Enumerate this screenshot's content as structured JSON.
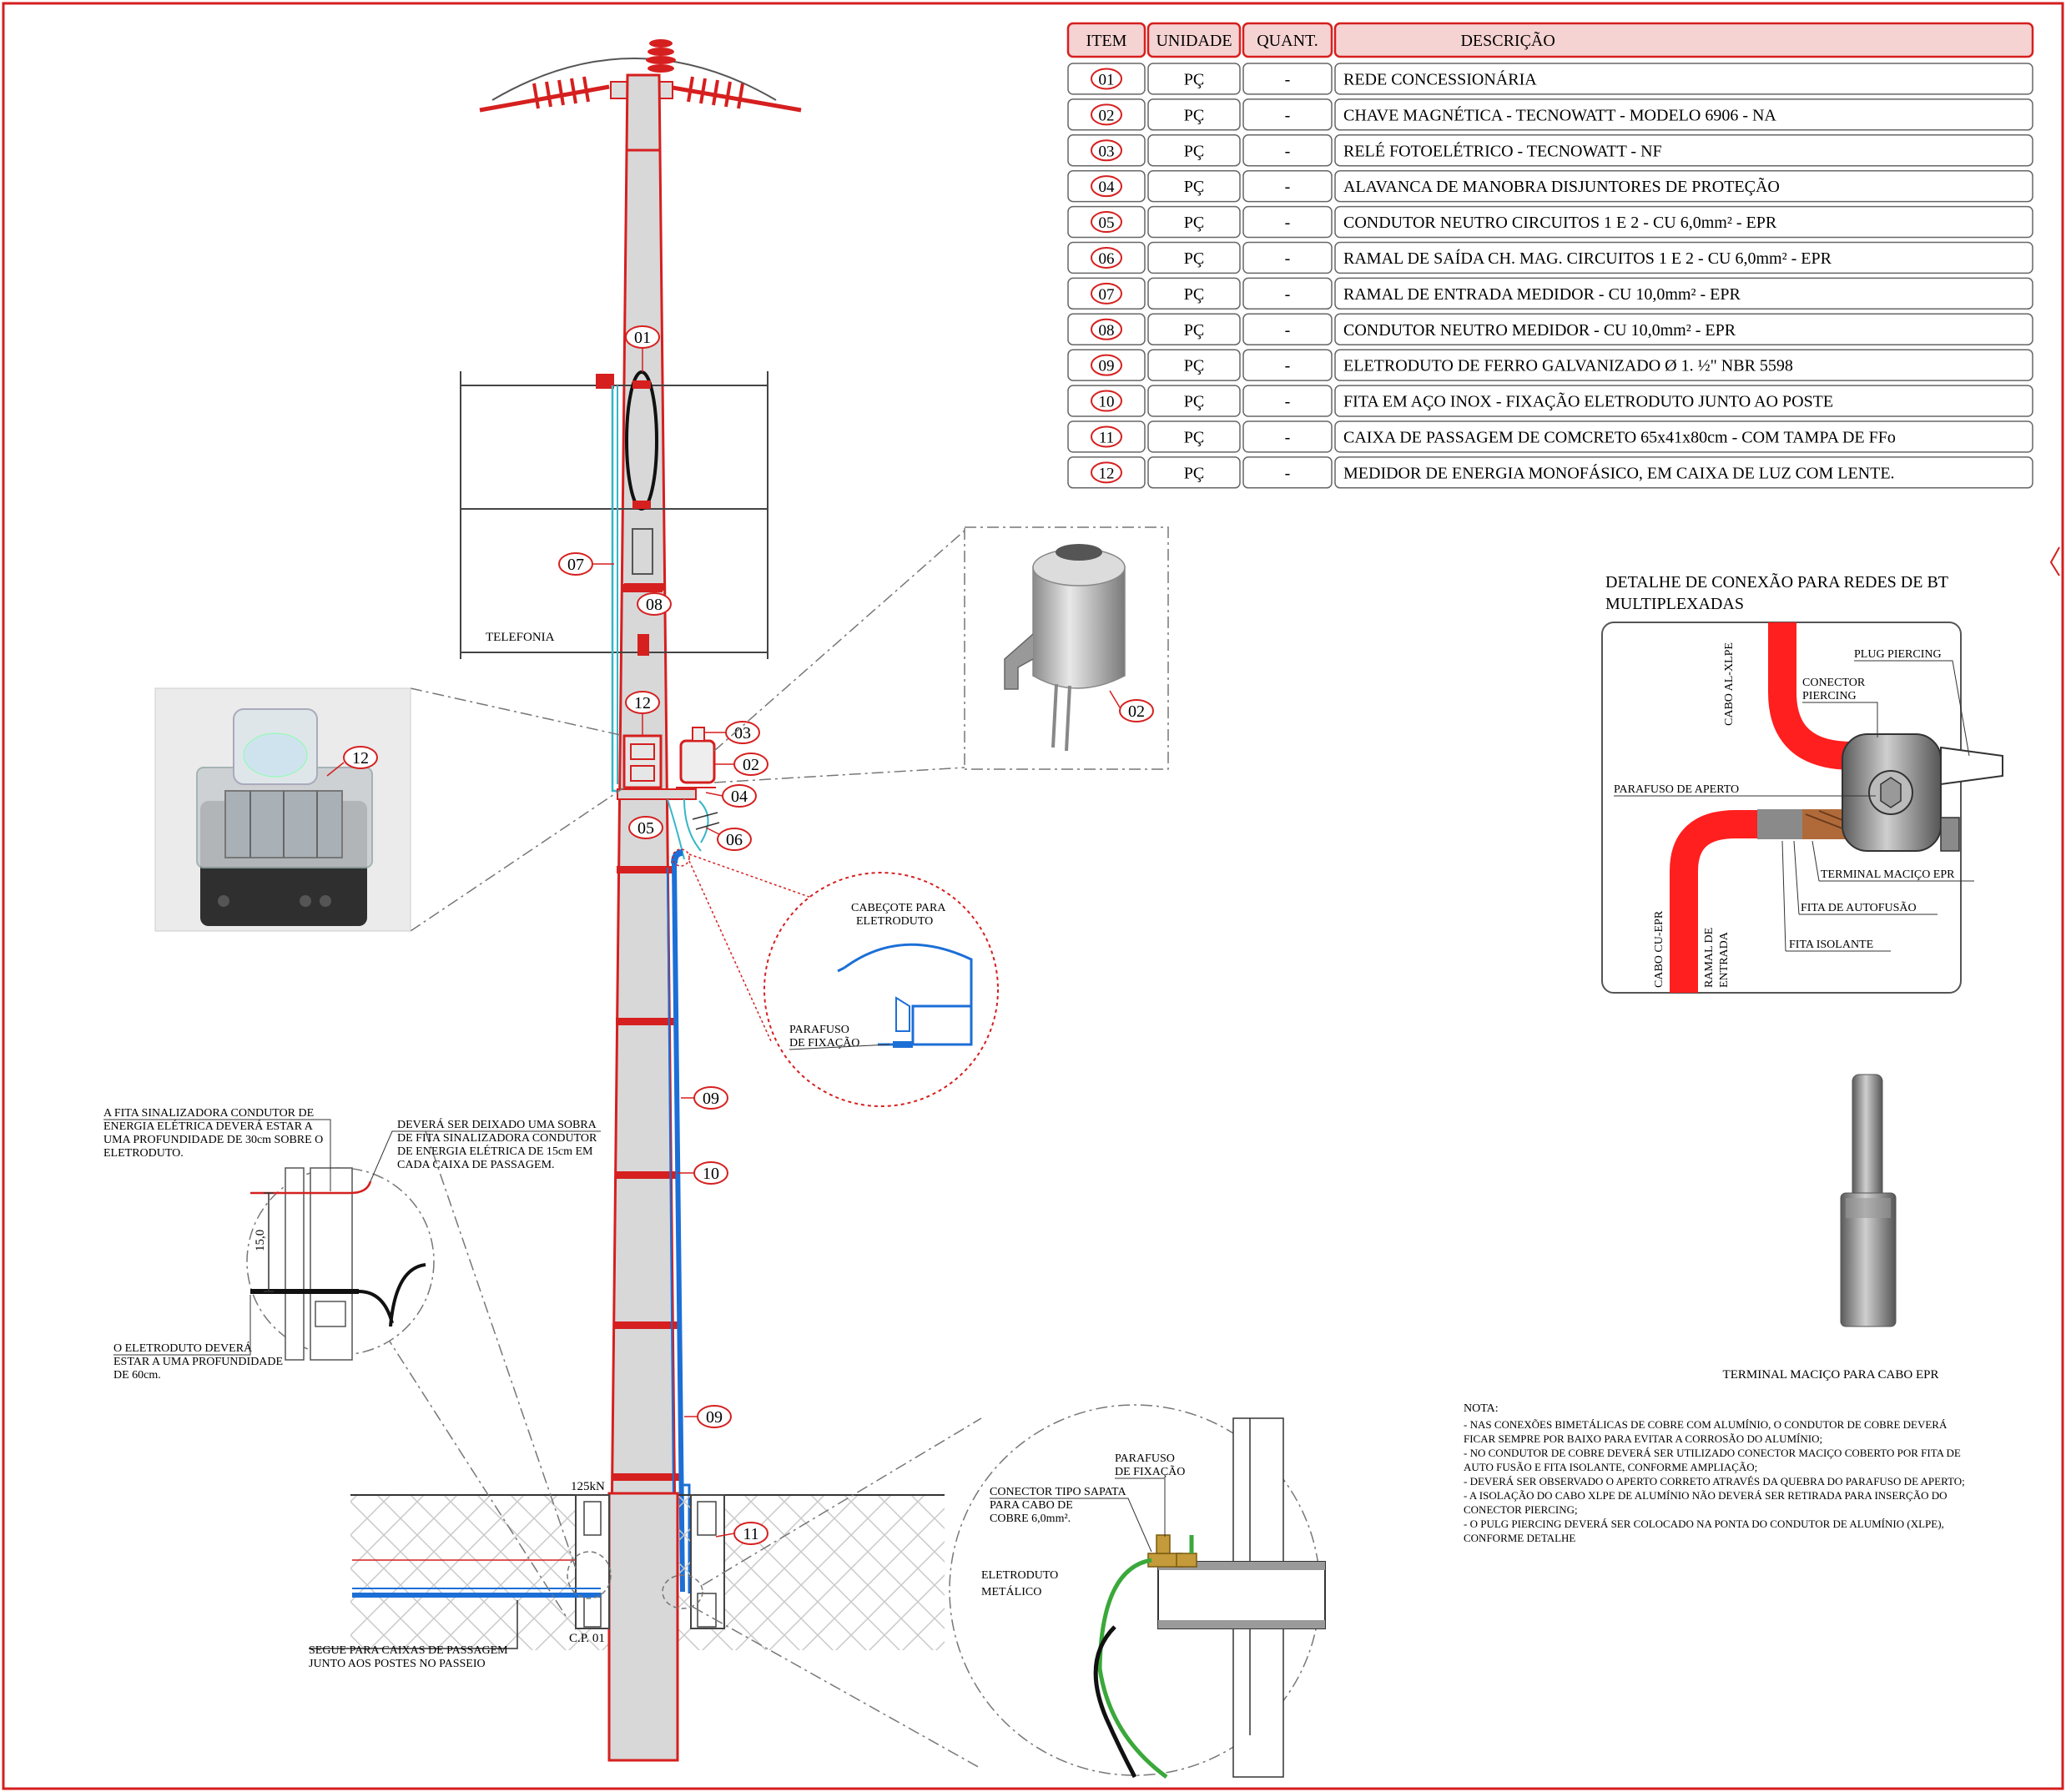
{
  "table": {
    "headers": [
      "ITEM",
      "UNIDADE",
      "QUANT.",
      "DESCRIÇÃO"
    ],
    "rows": [
      {
        "item": "01",
        "unidade": "PÇ",
        "quant": "-",
        "descricao": "REDE CONCESSIONÁRIA"
      },
      {
        "item": "02",
        "unidade": "PÇ",
        "quant": "-",
        "descricao": "CHAVE MAGNÉTICA - TECNOWATT  - MODELO 6906 - NA"
      },
      {
        "item": "03",
        "unidade": "PÇ",
        "quant": "-",
        "descricao": "RELÉ FOTOELÉTRICO - TECNOWATT -  NF"
      },
      {
        "item": "04",
        "unidade": "PÇ",
        "quant": "-",
        "descricao": "ALAVANCA DE MANOBRA DISJUNTORES DE PROTEÇÃO"
      },
      {
        "item": "05",
        "unidade": "PÇ",
        "quant": "-",
        "descricao": "CONDUTOR NEUTRO CIRCUITOS 1 E 2 - CU 6,0mm² - EPR"
      },
      {
        "item": "06",
        "unidade": "PÇ",
        "quant": "-",
        "descricao": "RAMAL DE SAÍDA CH. MAG.  CIRCUITOS 1 E 2 - CU 6,0mm² - EPR"
      },
      {
        "item": "07",
        "unidade": "PÇ",
        "quant": "-",
        "descricao": "RAMAL DE ENTRADA MEDIDOR - CU 10,0mm² - EPR"
      },
      {
        "item": "08",
        "unidade": "PÇ",
        "quant": "-",
        "descricao": "CONDUTOR NEUTRO MEDIDOR - CU 10,0mm² - EPR"
      },
      {
        "item": "09",
        "unidade": "PÇ",
        "quant": "-",
        "descricao": "ELETRODUTO DE FERRO GALVANIZADO Ø 1. ½\" NBR 5598"
      },
      {
        "item": "10",
        "unidade": "PÇ",
        "quant": "-",
        "descricao": "FITA EM AÇO INOX - FIXAÇÃO ELETRODUTO JUNTO AO POSTE"
      },
      {
        "item": "11",
        "unidade": "PÇ",
        "quant": "-",
        "descricao": "CAIXA DE PASSAGEM DE COMCRETO 65x41x80cm - COM TAMPA DE FFo"
      },
      {
        "item": "12",
        "unidade": "PÇ",
        "quant": "-",
        "descricao": "MEDIDOR DE ENERGIA MONOFÁSICO, EM CAIXA DE LUZ COM LENTE."
      }
    ]
  },
  "pole": {
    "labels": {
      "telefonia": "TELEFONIA",
      "load": "125kN",
      "cp": "C.P. 01",
      "segue_1": "SEGUE PARA CAIXAS DE PASSAGEM",
      "segue_2": "JUNTO AOS POSTES NO PASSEIO"
    },
    "callouts": {
      "c01": "01",
      "c02": "02",
      "c03": "03",
      "c04": "04",
      "c05": "05",
      "c06": "06",
      "c07": "07",
      "c08": "08",
      "c09a": "09",
      "c09b": "09",
      "c10": "10",
      "c11": "11",
      "c12": "12",
      "c12photo": "12",
      "c02photo": "02"
    }
  },
  "cabecote": {
    "title_1": "CABEÇOTE PARA",
    "title_2": "ELETRODUTO",
    "parafuso_1": "PARAFUSO",
    "parafuso_2": "DE FIXAÇÃO"
  },
  "fita_detail": {
    "note_a_1": "A FITA SINALIZADORA CONDUTOR DE",
    "note_a_2": "ENERGIA ELÉTRICA DEVERÁ ESTAR A",
    "note_a_3": "UMA PROFUNDIDADE DE 30cm SOBRE O",
    "note_a_4": "ELETRODUTO.",
    "note_b_1": "DEVERÁ SER DEIXADO UMA SOBRA",
    "note_b_2": "DE FITA SINALIZADORA CONDUTOR",
    "note_b_3": "DE ENERGIA ELÉTRICA DE 15cm EM",
    "note_b_4": "CADA CAIXA DE PASSAGEM.",
    "dim": "15,0",
    "note_c_1": "O ELETRODUTO DEVERÁ",
    "note_c_2": "ESTAR A UMA PROFUNDIDADE",
    "note_c_3": "DE 60cm."
  },
  "sapata_detail": {
    "parafuso_1": "PARAFUSO",
    "parafuso_2": "DE FIXAÇÃO",
    "conector_1": "CONECTOR TIPO SAPATA",
    "conector_2": "PARA CABO DE",
    "conector_3": "COBRE 6,0mm².",
    "eletroduto_1": "ELETRODUTO",
    "eletroduto_2": "METÁLICO"
  },
  "bt_detail": {
    "title_1": "DETALHE DE CONEXÃO PARA REDES DE BT",
    "title_2": "MULTIPLEXADAS",
    "cabo_al": "CABO AL-XLPE",
    "plug": "PLUG PIERCING",
    "conector_1": "CONECTOR",
    "conector_2": "PIERCING",
    "parafuso": "PARAFUSO DE APERTO",
    "terminal": "TERMINAL MACIÇO EPR",
    "fita_auto": "FITA DE AUTOFUSÃO",
    "fita_iso": "FITA ISOLANTE",
    "cabo_cu": "CABO CU-EPR",
    "ramal_1": "RAMAL DE",
    "ramal_2": "ENTRADA"
  },
  "terminal_caption": "TERMINAL MACIÇO PARA CABO EPR",
  "notes": {
    "title": "NOTA:",
    "lines": [
      " - NAS CONEXÕES BIMETÁLICAS DE COBRE COM ALUMÍNIO, O CONDUTOR DE COBRE DEVERÁ",
      "FICAR SEMPRE  POR BAIXO PARA EVITAR A CORROSÃO DO ALUMÍNIO;",
      "- NO CONDUTOR DE COBRE DEVERÁ SER UTILIZADO CONECTOR MACIÇO COBERTO POR FITA DE",
      "AUTO FUSÃO E FITA ISOLANTE, CONFORME AMPLIAÇÃO;",
      "- DEVERÁ SER OBSERVADO O APERTO CORRETO ATRAVÉS DA QUEBRA DO PARAFUSO DE APERTO;",
      "- A ISOLAÇÃO DO CABO XLPE DE ALUMÍNIO NÃO DEVERÁ SER RETIRADA PARA INSERÇÃO DO",
      "CONECTOR PIERCING;",
      "- O PULG PIERCING DEVERÁ SER COLOCADO NA PONTA DO CONDUTOR DE ALUMÍNIO (XLPE),",
      "CONFORME DETALHE"
    ]
  },
  "colors": {
    "red": "#d61f1f",
    "pole": "#d8d8d8",
    "blue": "#1c6fd6",
    "green": "#3aa83a",
    "header_fill": "#f6d3d3"
  }
}
